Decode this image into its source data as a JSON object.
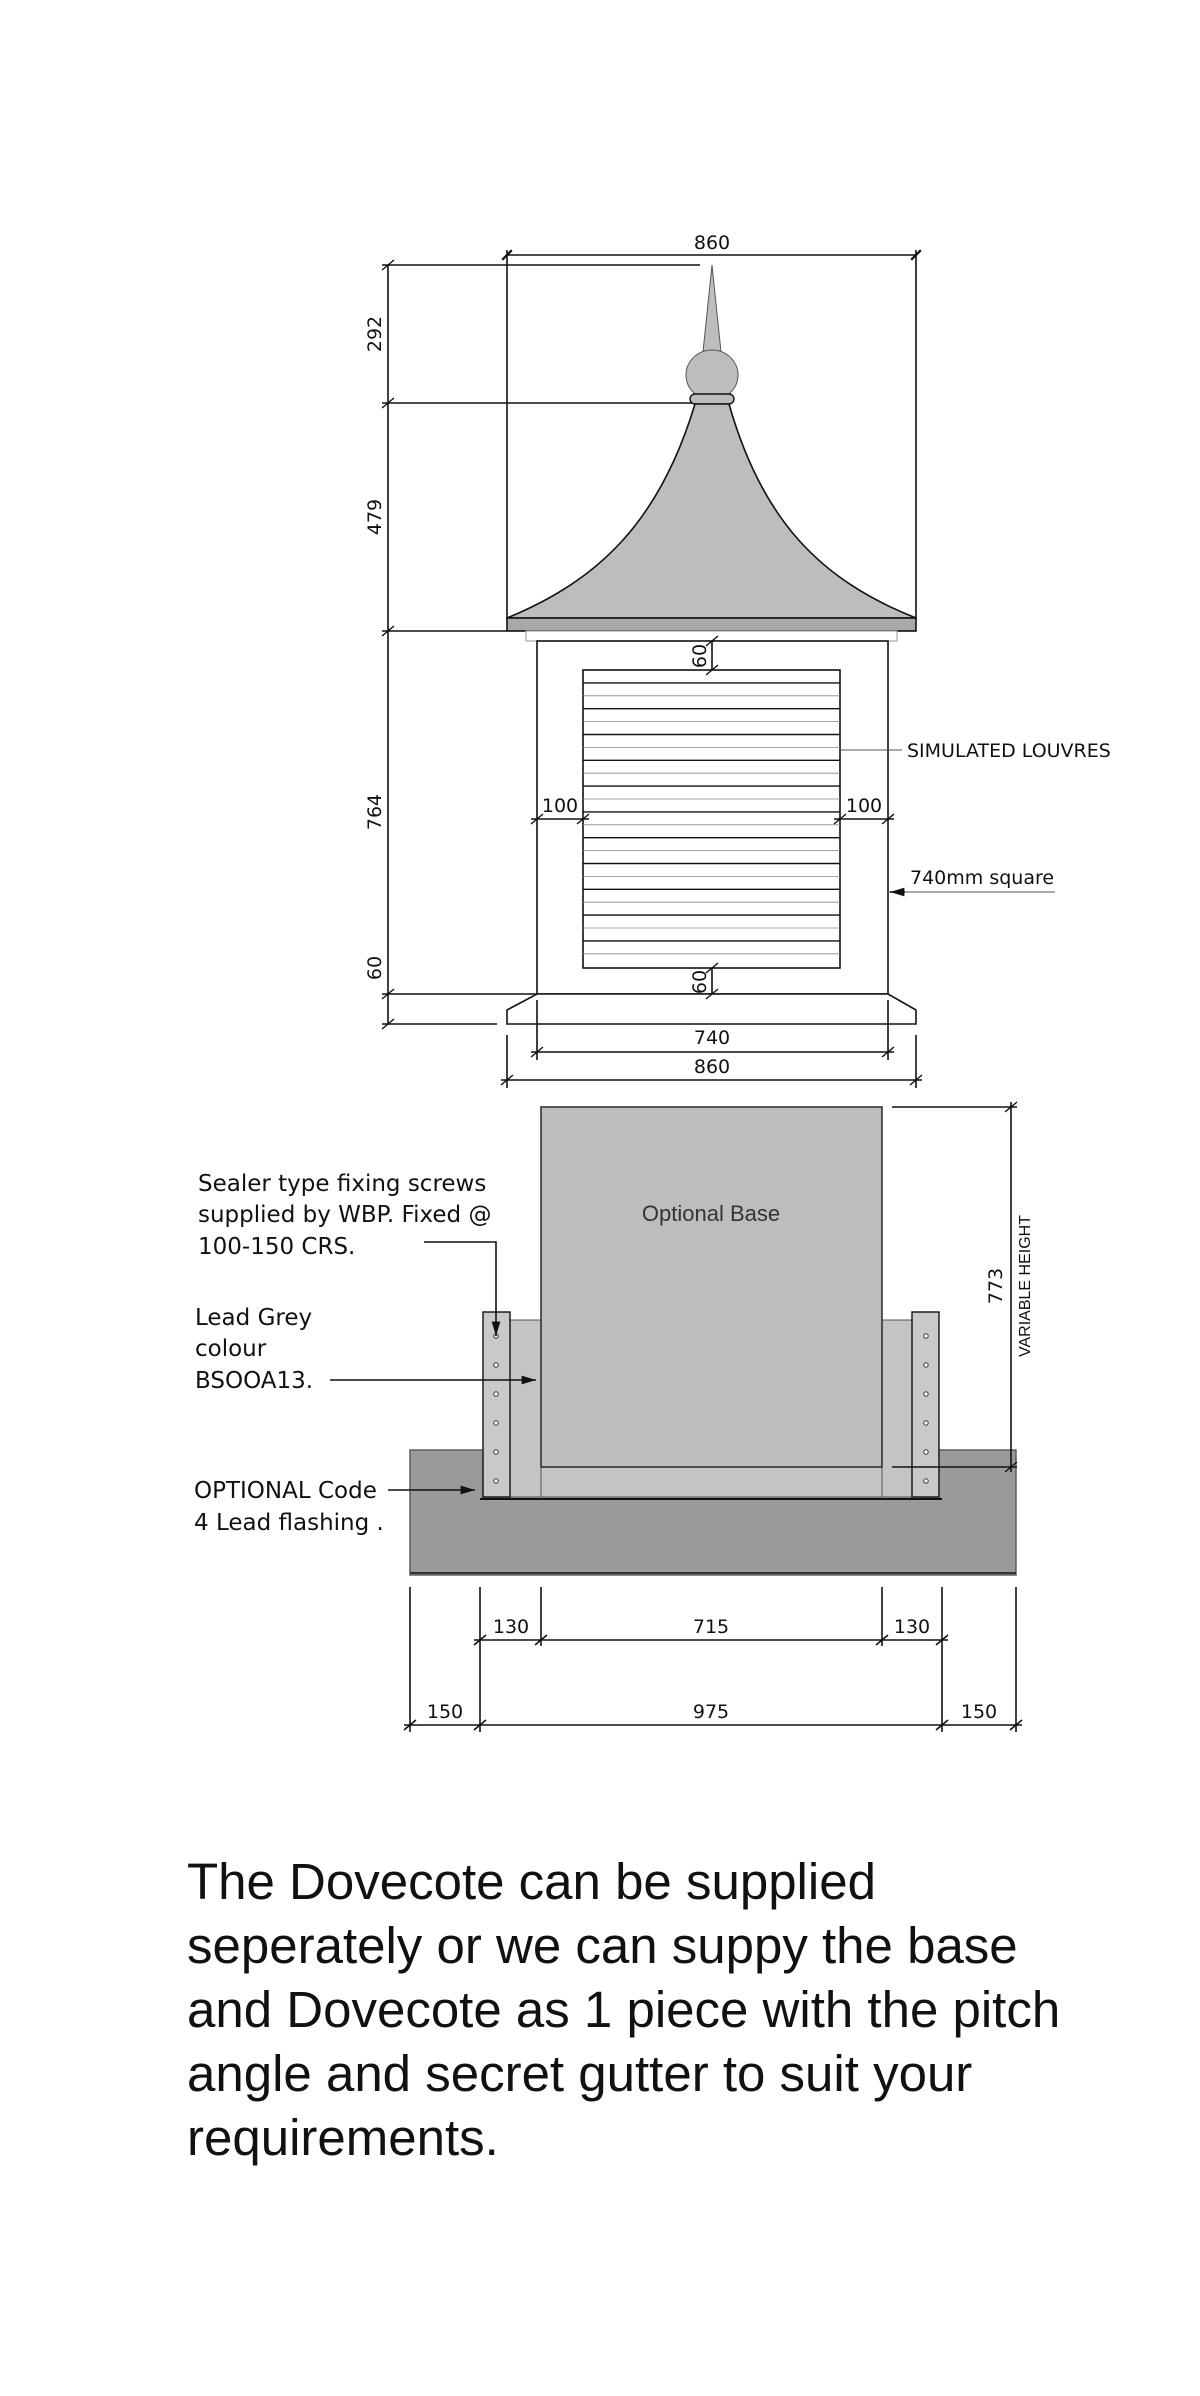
{
  "elevation": {
    "top_width": "860",
    "spire_height": "292",
    "roof_height": "479",
    "body_height": "764",
    "plinth_height": "60",
    "louvre_top_margin": "60",
    "louvre_bottom_margin": "60",
    "side_margin_left": "100",
    "side_margin_right": "100",
    "body_width": "740",
    "plinth_width": "860",
    "louvres_label": "SIMULATED LOUVRES",
    "square_label": "740mm square"
  },
  "base": {
    "label": "Optional Base",
    "height": "773",
    "height_note": "VARIABLE HEIGHT",
    "notes": {
      "screws": [
        "Sealer type fixing screws",
        "supplied by WBP. Fixed @",
        "100-150 CRS."
      ],
      "colour": [
        "Lead Grey",
        "colour",
        "BSOOA13."
      ],
      "flashing": [
        "OPTIONAL Code",
        "4 Lead flashing ."
      ]
    },
    "dims_upper": [
      "130",
      "715",
      "130"
    ],
    "dims_lower": [
      "150",
      "975",
      "150"
    ]
  },
  "description": "The Dovecote can be supplied seperately or we can suppy the base and Dovecote as 1 piece with the pitch angle and secret gutter to suit your requirements.",
  "colors": {
    "fill_light": "#bdbdbd",
    "fill_dark": "#9a9a9a",
    "line": "#111111"
  }
}
